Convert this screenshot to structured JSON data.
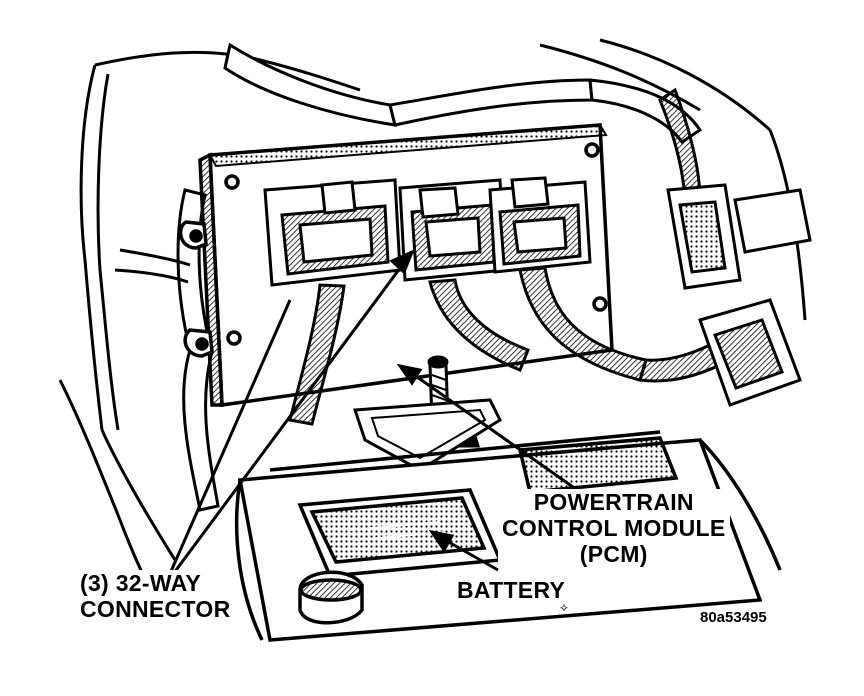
{
  "labels": {
    "connector_line1": "(3) 32-WAY",
    "connector_line2": "CONNECTOR",
    "pcm_line1": "POWERTRAIN",
    "pcm_line2": "CONTROL MODULE",
    "pcm_line3": "(PCM)",
    "battery": "BATTERY",
    "figure_id": "80a53495"
  },
  "icons": {
    "logo_mark": "pentastar-logo-icon"
  },
  "colors": {
    "ink": "#000000",
    "paper": "#ffffff"
  }
}
